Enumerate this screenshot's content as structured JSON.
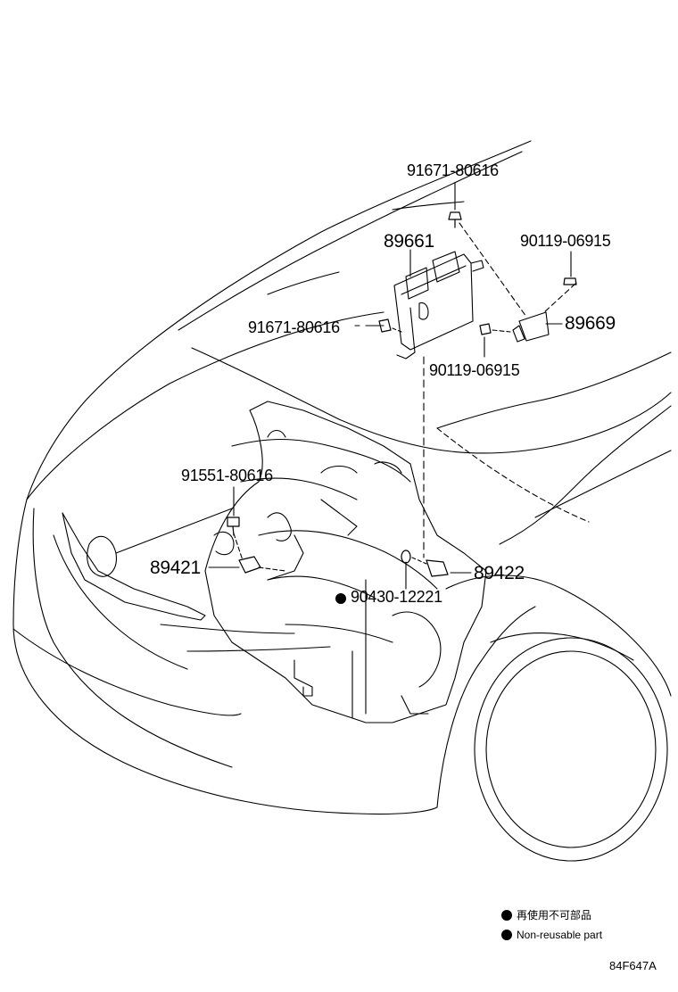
{
  "parts": {
    "ecu_bolt_top": "91671-80616",
    "ecu": "89661",
    "bracket_bolt_right": "90119-06915",
    "ecu_bolt_left": "91671-80616",
    "bracket": "89669",
    "bracket_bolt_bottom": "90119-06915",
    "sensor_bolt": "91551-80616",
    "sensor_left": "89421",
    "sensor_right": "89422",
    "gasket": "90430-12221"
  },
  "legend": {
    "japanese": "再使用不可部品",
    "english": "Non-reusable part"
  },
  "figure_ref": "84F647A",
  "colors": {
    "ink": "#000000",
    "paper": "#ffffff"
  }
}
